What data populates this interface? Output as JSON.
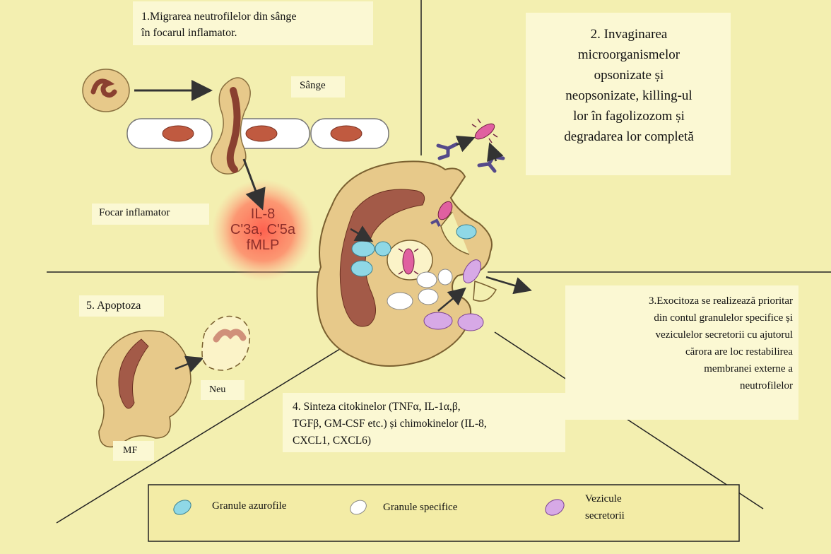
{
  "step1": {
    "line1": "1.Migrarea neutrofilelor din sânge",
    "line2": "în focarul inflamator."
  },
  "step2": {
    "lines": [
      "2. Invaginarea",
      "microorganismelor",
      "opsonizate și",
      "neopsonizate, killing-ul",
      "lor în fagolizozom și",
      "degradarea lor completă"
    ]
  },
  "step3": {
    "lines": [
      "3.Exocitoza se realizează prioritar",
      "din contul granulelor specifice și",
      "veziculelor secretorii cu ajutorul",
      "cărora are loc restabilirea",
      "membranei externe a",
      "neutrofilelor"
    ]
  },
  "step4": {
    "lines": [
      "4. Sinteza citokinelor (TNFα, IL-1α,β,",
      "TGFβ, GM-CSF etc.) și chimokinelor (IL-8,",
      "CXCL1, CXCL6)"
    ]
  },
  "step5": {
    "label": "5. Apoptoza"
  },
  "labels": {
    "blood": "Sânge",
    "focus": "Focar inflamator",
    "neu": "Neu",
    "mf": "MF"
  },
  "chemoattractants": [
    "IL-8",
    "C'3a, C'5a",
    "fMLP"
  ],
  "legend": {
    "items": [
      {
        "label": "Granule azurofile",
        "color": "#8fd8e6"
      },
      {
        "label": "Granule specifice",
        "color": "#ffffff"
      },
      {
        "label": "Vezicule secretorii",
        "color": "#d7a9e6",
        "line1": "Vezicule",
        "line2": "secretorii"
      }
    ]
  },
  "colors": {
    "background": "#f3efb0",
    "cell": "#e7c98a",
    "nucleus": "#a35a48",
    "legend_bg": "#f3eca6"
  }
}
